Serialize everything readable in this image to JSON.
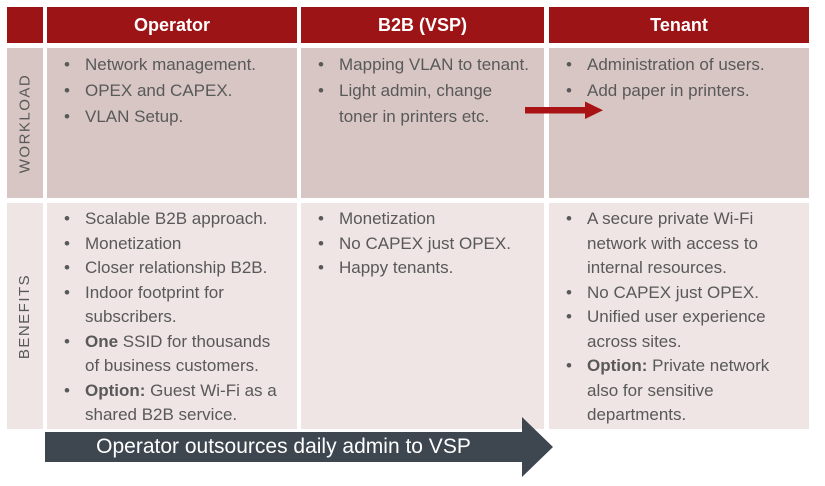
{
  "colors": {
    "header_bg": "#9C1416",
    "header_text": "#FFFFFF",
    "workload_bg": "#D7C6C4",
    "benefits_bg": "#EEE5E4",
    "body_text": "#595959",
    "red_arrow": "#AA1315",
    "banner_bg": "#3E4750",
    "banner_text": "#FFFFFF"
  },
  "table": {
    "columns": [
      {
        "label": "Operator"
      },
      {
        "label": "B2B (VSP)"
      },
      {
        "label": "Tenant"
      }
    ],
    "rows": [
      {
        "label": "WORKLOAD",
        "cells": [
          {
            "items": [
              {
                "text": "Network management."
              },
              {
                "text": "OPEX and CAPEX."
              },
              {
                "text": "VLAN Setup."
              }
            ]
          },
          {
            "items": [
              {
                "text": "Mapping VLAN to tenant."
              },
              {
                "text": "Light admin, change toner in printers etc."
              }
            ]
          },
          {
            "items": [
              {
                "text": "Administration of users."
              },
              {
                "text": "Add paper in printers."
              }
            ]
          }
        ]
      },
      {
        "label": "BENEFITS",
        "cells": [
          {
            "items": [
              {
                "text": "Scalable B2B approach."
              },
              {
                "text": "Monetization"
              },
              {
                "text": "Closer relationship B2B."
              },
              {
                "text": "Indoor footprint for subscribers."
              },
              {
                "bold": "One",
                "text": " SSID for thousands of business customers."
              },
              {
                "bold": "Option:",
                "text": " Guest Wi-Fi as a shared B2B service."
              }
            ]
          },
          {
            "items": [
              {
                "text": "Monetization"
              },
              {
                "text": "No CAPEX just OPEX."
              },
              {
                "text": "Happy tenants."
              }
            ]
          },
          {
            "items": [
              {
                "text": "A secure private Wi-Fi network with access to internal resources."
              },
              {
                "text": "No CAPEX just OPEX."
              },
              {
                "text": "Unified user experience across sites."
              },
              {
                "bold": "Option:",
                "text": " Private network also for sensitive departments."
              }
            ]
          }
        ]
      }
    ]
  },
  "workload_arrow": {
    "icon": "red-right-arrow"
  },
  "banner": {
    "label": "Operator outsources daily admin to VSP",
    "icon": "right-arrowhead"
  }
}
